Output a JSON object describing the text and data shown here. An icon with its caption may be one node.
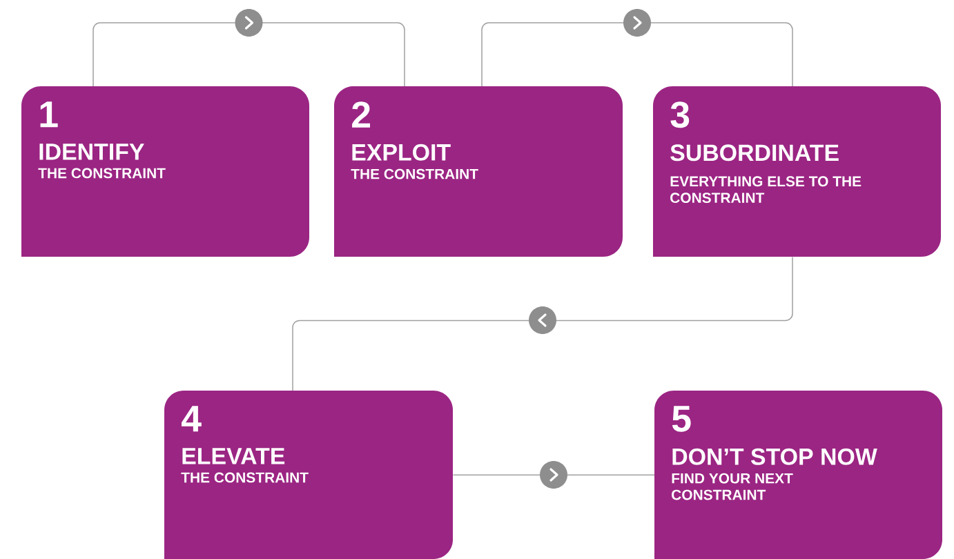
{
  "diagram": {
    "nodes": [
      {
        "text": [
          "1",
          "IDENTIFY",
          "THE CONSTRAINT"
        ]
      },
      {
        "text": [
          "2",
          "EXPLOIT",
          "THE CONSTRAINT"
        ]
      },
      {
        "text": [
          "3",
          "SUBORDINATE",
          "EVERYTHING ELSE TO THE CONSTRAINT"
        ]
      },
      {
        "text": [
          "4",
          "ELEVATE",
          "THE CONSTRAINT"
        ]
      },
      {
        "text": [
          "5",
          "DON’T STOP NOW",
          "FIND YOUR NEXT CONSTRAINT"
        ]
      }
    ],
    "edges": [
      {
        "from": 0,
        "to": 1,
        "arrow": "to"
      },
      {
        "from": 1,
        "to": 2,
        "arrow": "to"
      },
      {
        "from": 2,
        "to": 3,
        "arrow": "to"
      },
      {
        "from": 3,
        "to": 4,
        "arrow": "to"
      }
    ]
  }
}
